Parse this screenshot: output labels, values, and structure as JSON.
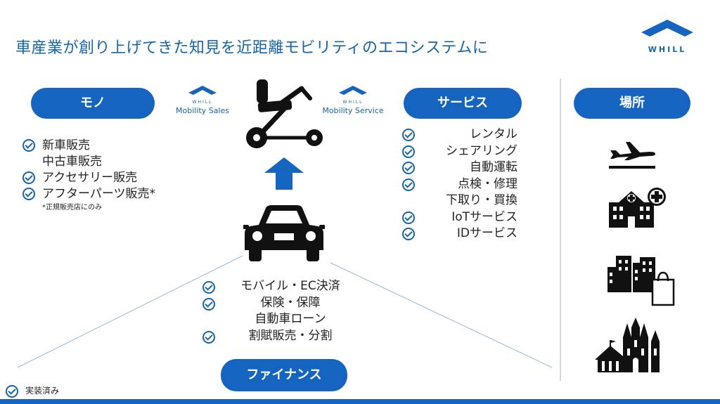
{
  "slide": {
    "title": "車産業が創り上げてきた知見を近距離モビリティのエコシステムに",
    "brand": {
      "name": "WHILL",
      "color": "#1565c0"
    }
  },
  "mono": {
    "label": "モノ",
    "items": [
      "新車販売",
      "中古車販売",
      "アクセサリー販売",
      "アフターパーツ販売*"
    ],
    "checked": [
      true,
      false,
      true,
      true
    ],
    "note": "*正規販売店にのみ"
  },
  "mobility_sales": {
    "brand": "WHILL",
    "label": "Mobility Sales"
  },
  "mobility_service": {
    "brand": "WHILL",
    "label": "Mobility Service"
  },
  "service": {
    "label": "サービス",
    "items": [
      "レンタル",
      "シェアリング",
      "自動運転",
      "点検・修理",
      "下取り・買換",
      "IoTサービス",
      "IDサービス"
    ],
    "checked": [
      true,
      true,
      true,
      true,
      false,
      true,
      true
    ]
  },
  "finance": {
    "label": "ファイナンス",
    "items": [
      "モバイル・EC決済",
      "保険・保障",
      "自動車ローン",
      "割賦販売・分割"
    ],
    "checked": [
      true,
      true,
      false,
      true
    ]
  },
  "place": {
    "label": "場所",
    "icons": [
      "airplane-icon",
      "hospital-icon",
      "city-shopping-icon",
      "cathedral-circus-icon"
    ]
  },
  "legend": {
    "label": "実装済み"
  }
}
